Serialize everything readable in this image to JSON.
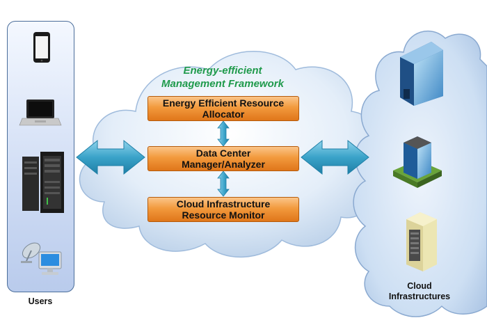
{
  "framework": {
    "title_line1": "Energy-efficient",
    "title_line2": "Management Framework"
  },
  "components": {
    "allocator": {
      "line1": "Energy Efficient Resource",
      "line2": "Allocator"
    },
    "manager": {
      "line1": "Data Center",
      "line2": "Manager/Analyzer"
    },
    "monitor": {
      "line1": "Cloud Infrastructure",
      "line2": "Resource Monitor"
    }
  },
  "users": {
    "label": "Users",
    "devices": [
      "smartphone-icon",
      "laptop-icon",
      "server-rack-icon",
      "satellite-pc-icon"
    ]
  },
  "cloud_infra": {
    "label_line1": "Cloud",
    "label_line2": "Infrastructures",
    "items": [
      "office-building-icon",
      "tower-building-icon",
      "server-cabinet-icon"
    ]
  },
  "colors": {
    "framework_title": "#1f9a4b",
    "component_fill": "#f29a3d",
    "arrow": "#3aa3c9",
    "users_panel": "#cfdcf4",
    "cloud": "#d7e6f7"
  }
}
